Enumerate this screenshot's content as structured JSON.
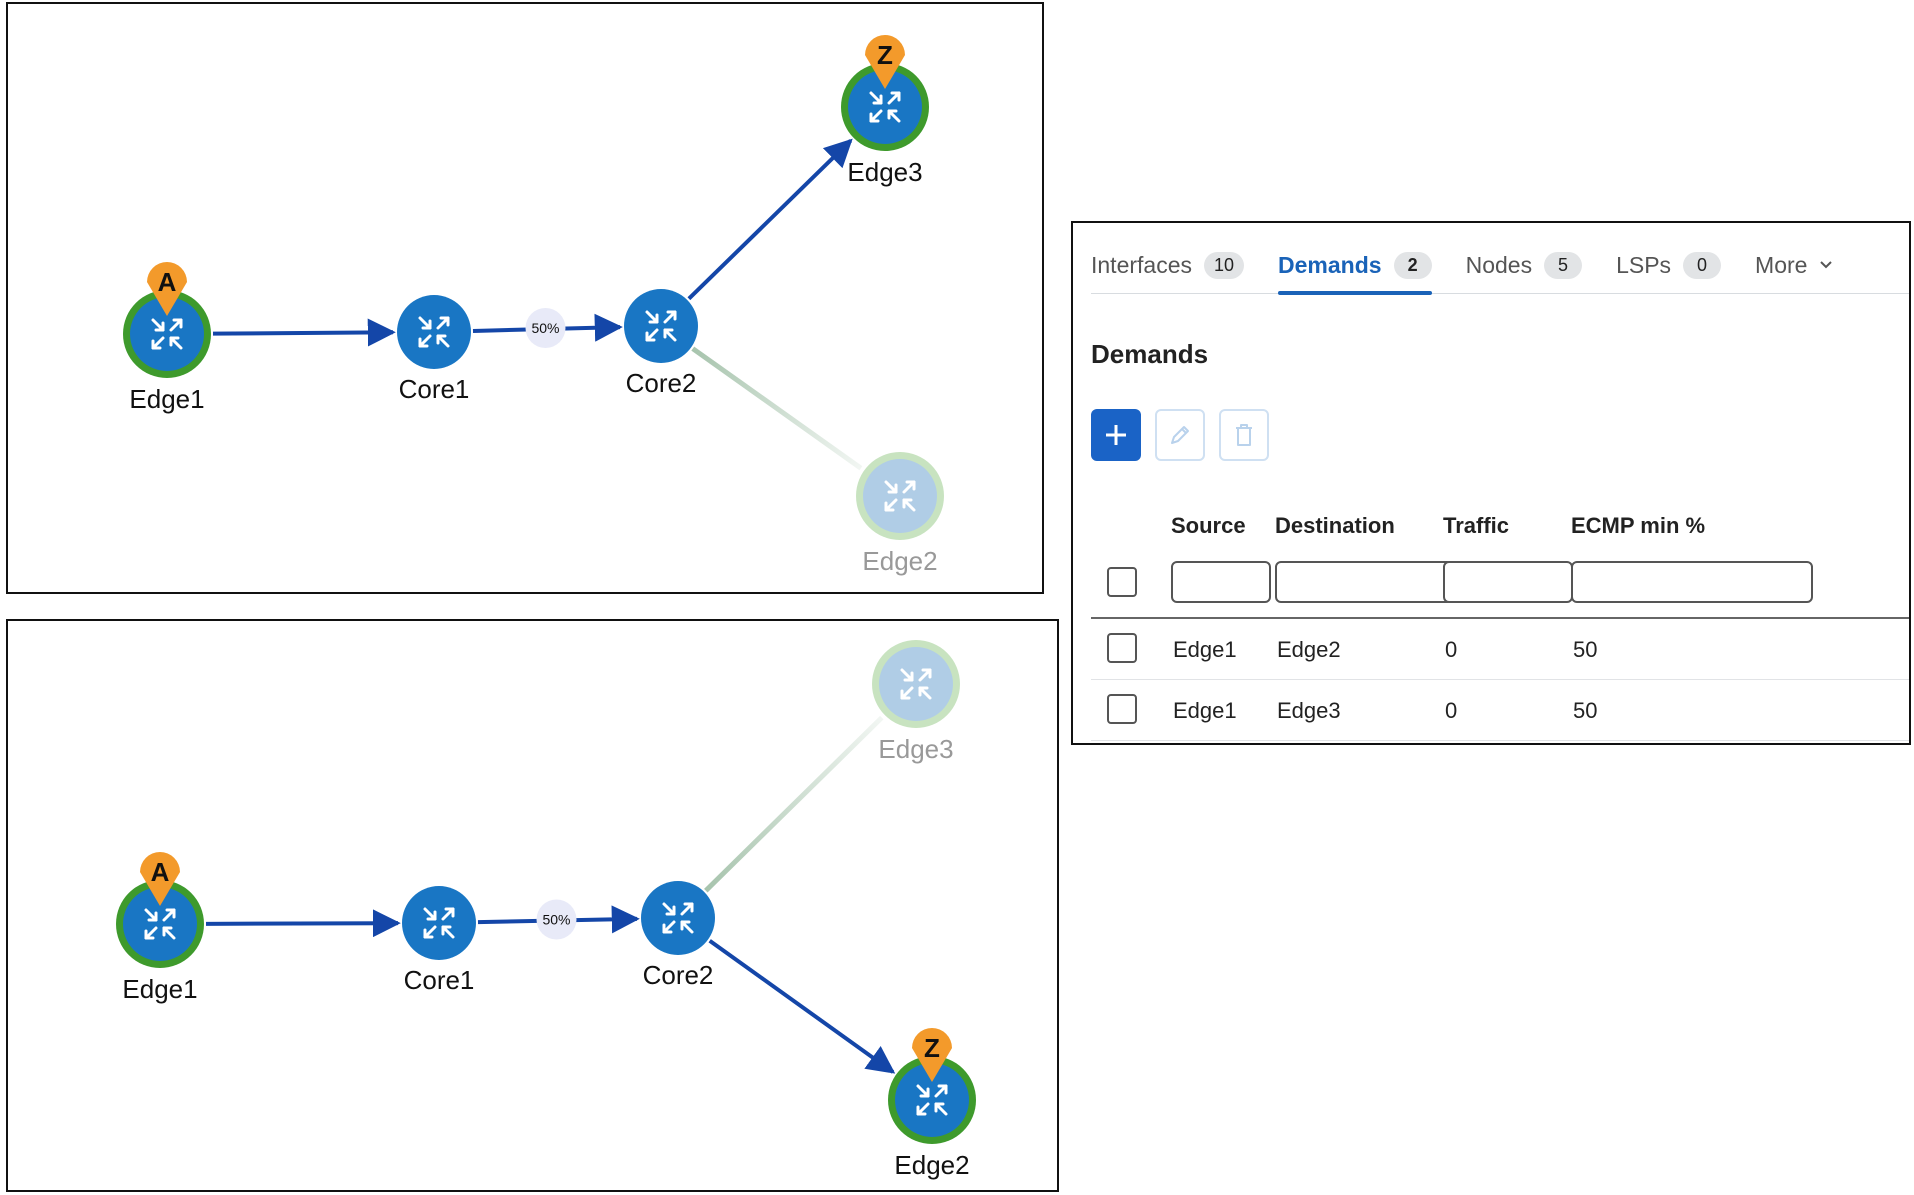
{
  "diagrams": [
    {
      "nodes": [
        {
          "id": "edge1",
          "label": "Edge1",
          "kind": "endpoint",
          "pin": "A"
        },
        {
          "id": "core1",
          "label": "Core1",
          "kind": "core"
        },
        {
          "id": "core2",
          "label": "Core2",
          "kind": "core"
        },
        {
          "id": "edge3",
          "label": "Edge3",
          "kind": "endpoint",
          "pin": "Z"
        },
        {
          "id": "edge2",
          "label": "Edge2",
          "kind": "faded"
        }
      ],
      "links": [
        {
          "from": "edge1",
          "to": "core1",
          "style": "path"
        },
        {
          "from": "core1",
          "to": "core2",
          "style": "path",
          "utilization": "50%"
        },
        {
          "from": "core2",
          "to": "edge3",
          "style": "path"
        },
        {
          "from": "core2",
          "to": "edge2",
          "style": "faded"
        }
      ]
    },
    {
      "nodes": [
        {
          "id": "edge1",
          "label": "Edge1",
          "kind": "endpoint",
          "pin": "A"
        },
        {
          "id": "core1",
          "label": "Core1",
          "kind": "core"
        },
        {
          "id": "core2",
          "label": "Core2",
          "kind": "core"
        },
        {
          "id": "edge3",
          "label": "Edge3",
          "kind": "faded"
        },
        {
          "id": "edge2",
          "label": "Edge2",
          "kind": "endpoint",
          "pin": "Z"
        }
      ],
      "links": [
        {
          "from": "edge1",
          "to": "core1",
          "style": "path"
        },
        {
          "from": "core1",
          "to": "core2",
          "style": "path",
          "utilization": "50%"
        },
        {
          "from": "core2",
          "to": "edge3",
          "style": "faded"
        },
        {
          "from": "core2",
          "to": "edge2",
          "style": "path"
        }
      ]
    }
  ],
  "colors": {
    "node_fill": "#1976c4",
    "endpoint_ring": "#3e9a2c",
    "faded_fill": "#b0cde6",
    "faded_ring": "#c8e3c0",
    "pin": "#f39a2b",
    "path_link": "#1446a8",
    "faded_link": "#a7c4ad",
    "util_badge": "#e8eaf8",
    "accent": "#1a63b8"
  },
  "tabs": [
    {
      "label": "Interfaces",
      "count": "10",
      "active": false
    },
    {
      "label": "Demands",
      "count": "2",
      "active": true
    },
    {
      "label": "Nodes",
      "count": "5",
      "active": false
    },
    {
      "label": "LSPs",
      "count": "0",
      "active": false
    }
  ],
  "more_tab": {
    "label": "More",
    "icon": "chevron-down-icon"
  },
  "section_title": "Demands",
  "toolbar": {
    "add_icon": "plus-icon",
    "edit_icon": "pencil-icon",
    "delete_icon": "trash-icon"
  },
  "table": {
    "columns": [
      "Source",
      "Destination",
      "Traffic",
      "ECMP min %"
    ],
    "rows": [
      [
        "Edge1",
        "Edge2",
        "0",
        "50"
      ],
      [
        "Edge1",
        "Edge3",
        "0",
        "50"
      ]
    ]
  }
}
